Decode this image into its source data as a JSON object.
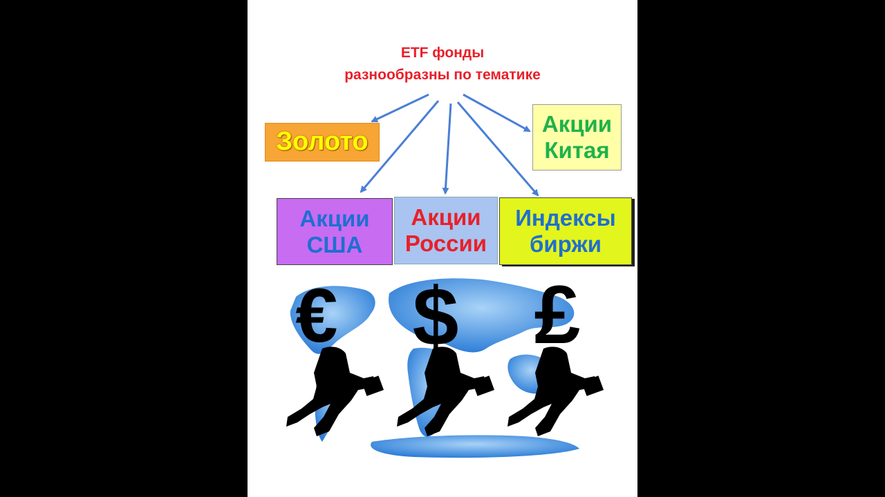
{
  "title": {
    "line1": "ETF фонды",
    "line2": "разнообразны  по тематике"
  },
  "boxes": {
    "gold": "Золото",
    "china": [
      "Акции",
      "Китая"
    ],
    "usa": [
      "Акции",
      "США"
    ],
    "russia": [
      "Акции",
      "России"
    ],
    "index": [
      "Индексы",
      "биржи"
    ]
  },
  "currency_symbols": {
    "euro": "€",
    "dollar": "$",
    "pound": "£"
  },
  "colors": {
    "title": "#e8202a",
    "arrows": "#4a7fd6",
    "gold_box": "#f7a534",
    "china_box": "#ffffa8",
    "usa_box": "#c86cf2",
    "russia_box": "#a9c4f0",
    "index_box": "#e2f51c",
    "map": "#3c8fe0"
  }
}
